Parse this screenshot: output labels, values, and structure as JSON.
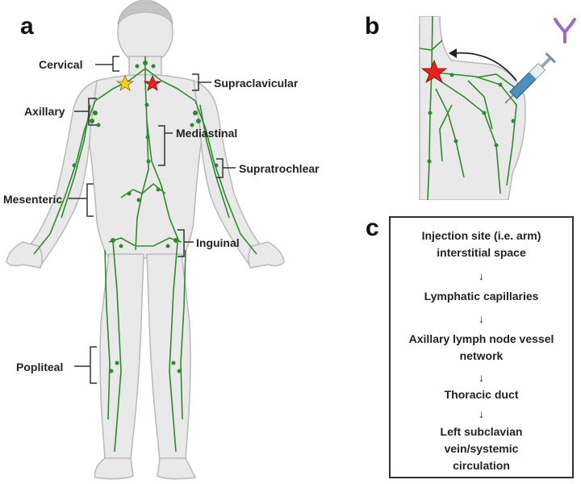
{
  "panels": {
    "a": "a",
    "b": "b",
    "c": "c"
  },
  "node_labels": {
    "cervical": "Cervical",
    "supraclavicular": "Supraclavicular",
    "axillary": "Axillary",
    "mediastinal": "Mediastinal",
    "supratrochlear": "Supratrochlear",
    "mesenteric": "Mesenteric",
    "inguinal": "Inguinal",
    "popliteal": "Popliteal"
  },
  "flow_steps": [
    {
      "line1": "Injection site (i.e. arm)",
      "line2": "interstitial space"
    },
    {
      "line1": "Lymphatic capillaries",
      "line2": ""
    },
    {
      "line1": "Axillary lymph node vessel",
      "line2": "network"
    },
    {
      "line1": "Thoracic duct",
      "line2": ""
    },
    {
      "line1": "Left subclavian",
      "line2": "vein/systemic",
      "line3": "circulation"
    }
  ],
  "colors": {
    "skin": "#e9e9e9",
    "skin_outline": "#b9b9b9",
    "hair": "#c4c4c4",
    "lymph": "#2f8a2f",
    "star_red": "#e8221e",
    "star_yellow": "#f4d21c",
    "syringe": "#4a8fc2",
    "antibody": "#9a6cc9"
  }
}
